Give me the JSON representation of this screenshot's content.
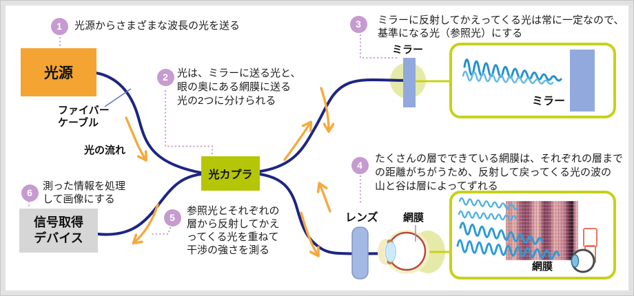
{
  "diagram": {
    "steps": [
      {
        "num": "1",
        "text": "光源からさまざまな波長の光を送る"
      },
      {
        "num": "2",
        "text": "光は、ミラーに送る光と、\n眼の奥にある網膜に送る\n光の2つに分けられる"
      },
      {
        "num": "3",
        "text": "ミラーに反射してかえってくる光は常に一定なので、\n基準になる光（参照光）にする"
      },
      {
        "num": "4",
        "text": "たくさんの層でできている網膜は、それぞれの層まで\nの距離がちがうため、反射して戻ってくる光の波の\n山と谷は層によってずれる"
      },
      {
        "num": "5",
        "text": "参照光とそれぞれの\n層から反射してかえ\nってくる光を重ねて\n干渉の強さを測る"
      },
      {
        "num": "6",
        "text": "測った情報を処理\nして画像にする"
      }
    ],
    "nodes": {
      "light_source": "光源",
      "coupler": "光カプラ",
      "signal_device": "信号取得\nデバイス"
    },
    "labels": {
      "fiber_cable": "ファイバー\nケーブル",
      "light_flow": "光の流れ",
      "mirror": "ミラー",
      "mirror_callout": "ミラー",
      "lens": "レンズ",
      "retina": "網膜",
      "retina_callout": "網膜"
    },
    "colors": {
      "fiber": "#1d2583",
      "arrow": "#f6a93c",
      "step_circle": "#c69bcf",
      "dotted_connector": "#d2a0d8",
      "coupler_green": "#b5c607",
      "callout_border": "#c7d118",
      "source_orange": "#f4a432",
      "device_gray": "#d6d6d6",
      "mirror_blue": "#92a9dd",
      "wave_dark": "#2391cb",
      "wave_light": "#66bae4"
    }
  }
}
